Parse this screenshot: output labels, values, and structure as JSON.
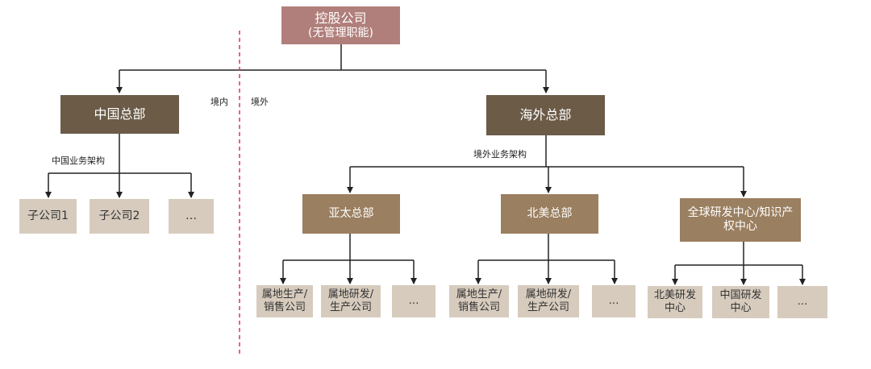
{
  "root": {
    "line1": "控股公司",
    "line2": "(无管理职能)"
  },
  "boundary": {
    "domestic": "境内",
    "overseas": "境外"
  },
  "china": {
    "title": "中国总部",
    "structure_label": "中国业务架构",
    "children": [
      "子公司1",
      "子公司2",
      "…"
    ]
  },
  "overseas": {
    "title": "海外总部",
    "structure_label": "境外业务架构",
    "regions": [
      {
        "title": "亚太总部",
        "children": [
          "属地生产/\n销售公司",
          "属地研发/\n生产公司",
          "…"
        ]
      },
      {
        "title": "北美总部",
        "children": [
          "属地生产/\n销售公司",
          "属地研发/\n生产公司",
          "…"
        ]
      },
      {
        "title": "全球研发中心/知识产\n权中心",
        "children": [
          "北美研发\n中心",
          "中国研发\n中心",
          "…"
        ]
      }
    ]
  },
  "colors": {
    "divider": "#e0315a",
    "root": "#b07f7b",
    "hq": "#6b5b47",
    "region": "#9a7f60",
    "leaf": "#d6cbbd"
  }
}
